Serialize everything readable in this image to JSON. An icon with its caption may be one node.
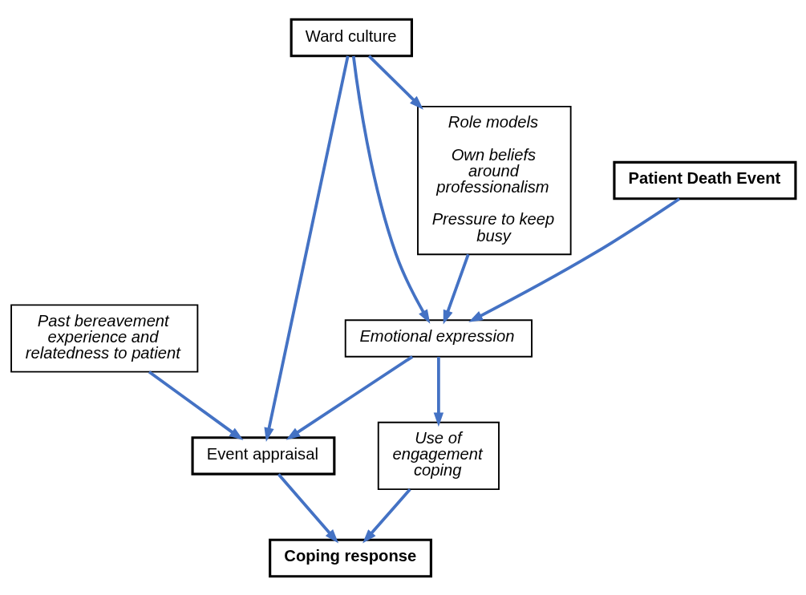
{
  "diagram": {
    "nodes": [
      {
        "text": [
          "Patient Death Event"
        ]
      },
      {
        "text": [
          "Past bereavement experience and relatedness to patient"
        ]
      },
      {
        "text": [
          "Role models",
          "Own beliefs around professionalism",
          "Pressure to keep busy"
        ]
      },
      {
        "text": [
          "Ward culture"
        ]
      },
      {
        "text": [
          "Emotional expression"
        ]
      },
      {
        "text": [
          "Event appraisal"
        ]
      },
      {
        "text": [
          "Use of engagement coping"
        ]
      },
      {
        "text": [
          "Coping response"
        ]
      }
    ],
    "edges": [
      {
        "from": 0,
        "to": 4,
        "arrow": "to"
      },
      {
        "from": 3,
        "to": 2,
        "arrow": "to"
      },
      {
        "from": 3,
        "to": 4,
        "arrow": "to"
      },
      {
        "from": 3,
        "to": 5,
        "arrow": "to"
      },
      {
        "from": 1,
        "to": 5,
        "arrow": "to"
      },
      {
        "from": 2,
        "to": 4,
        "arrow": "to"
      },
      {
        "from": 4,
        "to": 5,
        "arrow": "to"
      },
      {
        "from": 4,
        "to": 6,
        "arrow": "to"
      },
      {
        "from": 5,
        "to": 7,
        "arrow": "to"
      },
      {
        "from": 6,
        "to": 7,
        "arrow": "to"
      }
    ]
  }
}
